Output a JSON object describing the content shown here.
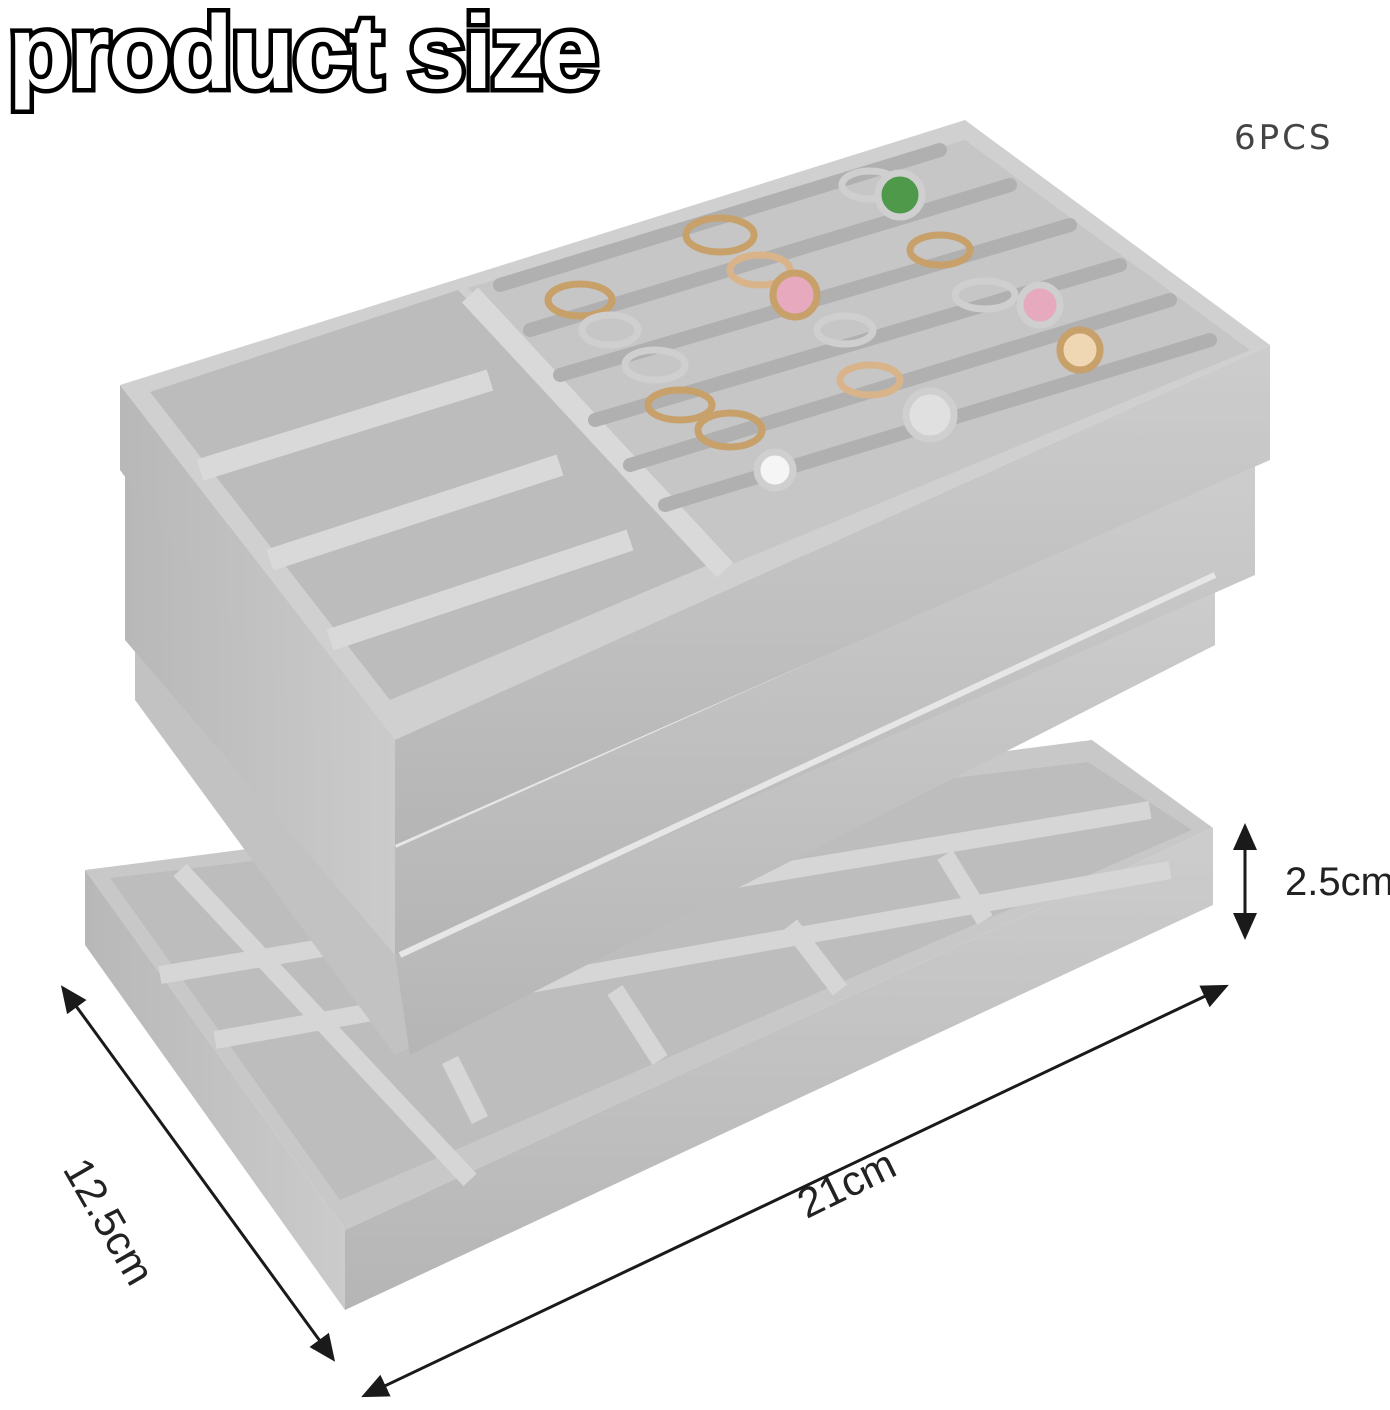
{
  "title": "product size",
  "quantity_label": "6PCS",
  "dimensions": {
    "height": "2.5cm",
    "width": "21cm",
    "depth": "12.5cm"
  },
  "colors": {
    "velvet": "#c3c3c3",
    "velvet_dark": "#a9a9a9",
    "velvet_light": "#dcdcdc",
    "arrow": "#1a1a1a"
  },
  "product": {
    "type": "stackable velvet jewelry tray set",
    "ring_colors": [
      "#c7a06a",
      "#d9b48a",
      "#cfcfcf",
      "#e7a9be",
      "#4f9a4a",
      "#f0d7b4"
    ]
  }
}
